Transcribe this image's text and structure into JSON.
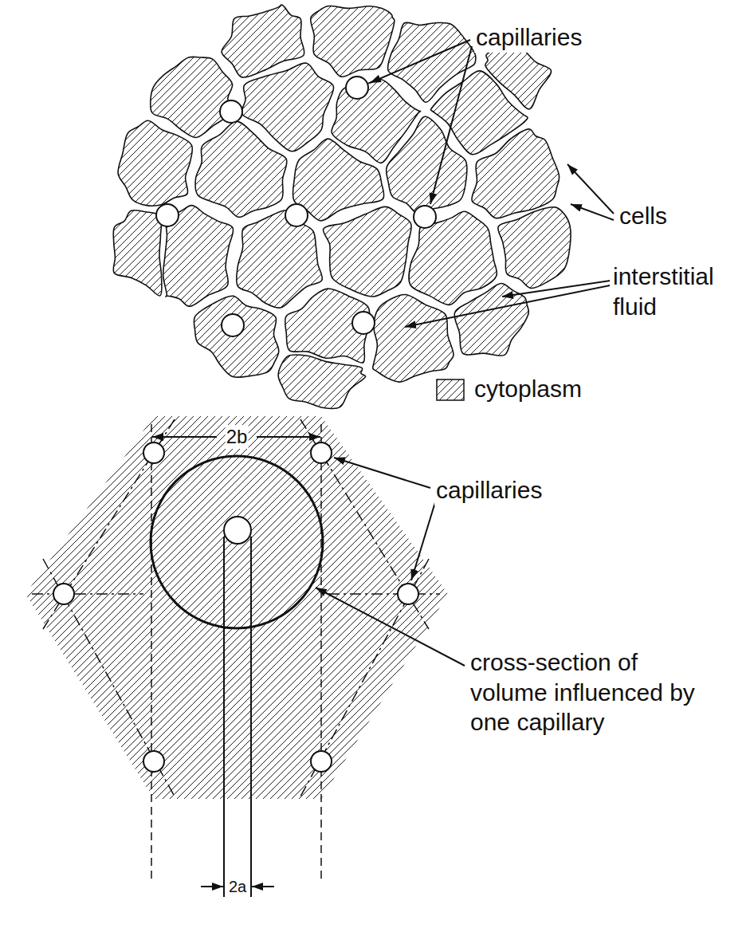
{
  "diagram": {
    "labels": [
      "capillaries",
      "cells",
      "interstitial fluid",
      "2b",
      "capillaries",
      "cross-section of volume influenced by one capillary",
      "2a"
    ],
    "legend": [
      {
        "text": "cytoplasm"
      }
    ]
  }
}
